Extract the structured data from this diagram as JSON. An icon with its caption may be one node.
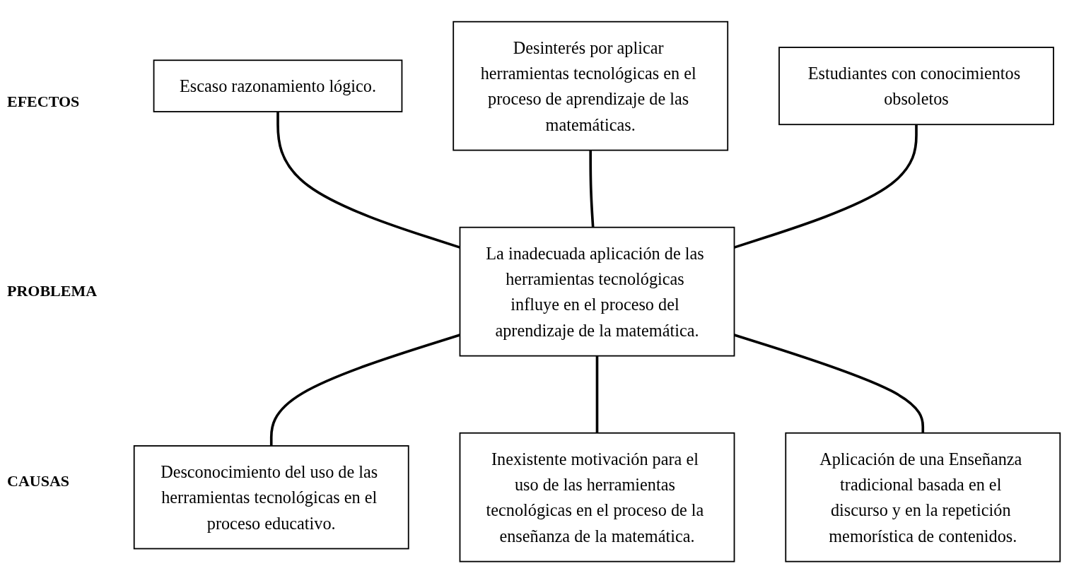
{
  "diagram": {
    "nodes": [
      {
        "text": [
          "Escaso razonamiento lógico."
        ]
      },
      {
        "text": [
          "Desinterés por aplicar herramientas tecnológicas en el proceso de aprendizaje de las matemáticas."
        ]
      },
      {
        "text": [
          "Estudiantes con conocimientos obsoletos"
        ]
      },
      {
        "text": [
          "La inadecuada aplicación de las herramientas tecnológicas influye en el proceso del aprendizaje de la matemática."
        ]
      },
      {
        "text": [
          "Desconocimiento del uso de las herramientas tecnológicas en el proceso educativo."
        ]
      },
      {
        "text": [
          "Inexistente motivación para el uso de las herramientas tecnológicas en el proceso de la enseñanza de la matemática."
        ]
      },
      {
        "text": [
          "Aplicación de una Enseñanza tradicional basada en el discurso y en la repetición memorística de contenidos."
        ]
      }
    ],
    "edges": [
      {
        "from": 0,
        "to": 3,
        "arrow": "none"
      },
      {
        "from": 1,
        "to": 3,
        "arrow": "none"
      },
      {
        "from": 2,
        "to": 3,
        "arrow": "none"
      },
      {
        "from": 3,
        "to": 4,
        "arrow": "none"
      },
      {
        "from": 3,
        "to": 5,
        "arrow": "none"
      },
      {
        "from": 3,
        "to": 6,
        "arrow": "none"
      }
    ],
    "labels": [
      "EFECTOS",
      "PROBLEMA",
      "CAUSAS"
    ]
  }
}
